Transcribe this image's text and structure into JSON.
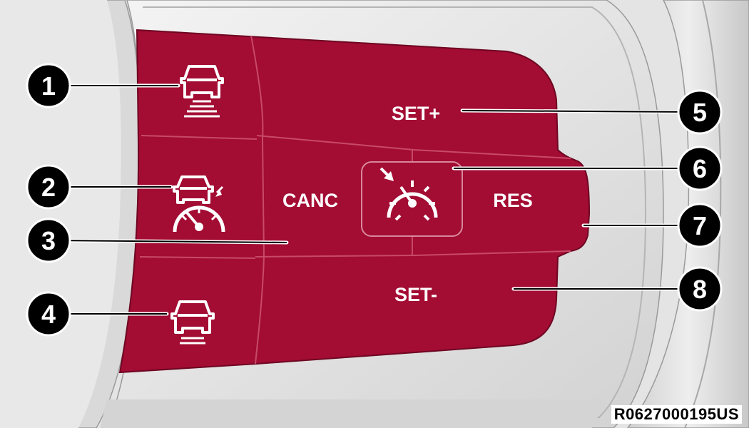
{
  "buttons": {
    "set_plus": "SET+",
    "set_minus": "SET-",
    "canc": "CANC",
    "res": "RES"
  },
  "callouts": [
    "1",
    "2",
    "3",
    "4",
    "5",
    "6",
    "7",
    "8"
  ],
  "icons": {
    "distance_increase": "vehicle-distance-increase-icon",
    "adaptive_cruise": "adaptive-cruise-control-icon",
    "distance_decrease": "vehicle-distance-decrease-icon",
    "cruise_on_off": "cruise-control-on-off-icon"
  },
  "colors": {
    "button_red": "#a30c33",
    "background": "#e6e6e6"
  },
  "reference_code": "R0627000195US"
}
